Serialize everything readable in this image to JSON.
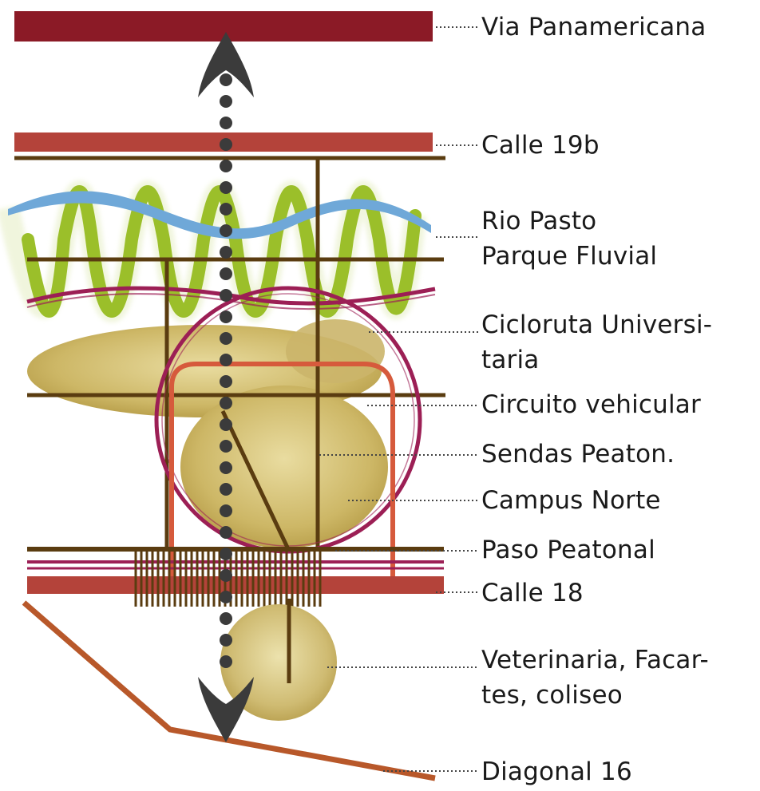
{
  "colors": {
    "panamericana": "#8b1a26",
    "calle": "#b4433a",
    "brown_road": "#5a3c10",
    "river": "#6fa8d8",
    "park_wave": "#9bbf2a",
    "cicloruta": "#9c1f55",
    "sendas": "#d65a3c",
    "campus": "#cbb56a",
    "arrow": "#3b3b3b",
    "diagonal": "#b8582a",
    "leader": "#444444"
  },
  "labels": {
    "panamericana": "Via Panamericana",
    "calle19b": "Calle 19b",
    "rio_line1": "Rio Pasto",
    "rio_line2": "Parque Fluvial",
    "cicloruta_line1": "Cicloruta  Universi-",
    "cicloruta_line2": "taria",
    "circuito": "Circuito vehicular",
    "sendas": "Sendas Peaton.",
    "campus": "Campus Norte",
    "paso": "Paso Peatonal",
    "calle18": "Calle 18",
    "veterinaria_line1": "Veterinaria, Facar-",
    "veterinaria_line2": "tes, coliseo",
    "diagonal": "Diagonal 16"
  }
}
